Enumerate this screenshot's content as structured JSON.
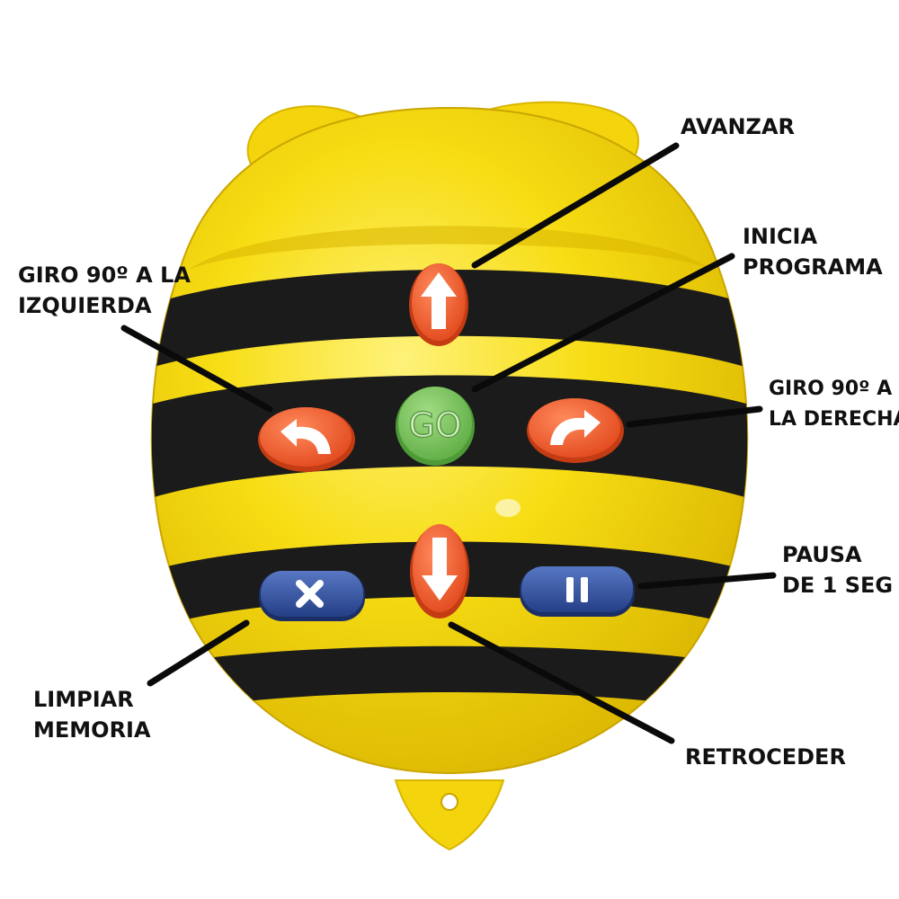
{
  "labels": {
    "avanzar": [
      "AVANZAR"
    ],
    "inicia": [
      "INICIA",
      "PROGRAMA"
    ],
    "giro_izquierda": [
      "GIRO 90º A LA",
      "IZQUIERDA"
    ],
    "giro_derecha": [
      "GIRO 90º A",
      "LA DERECHA"
    ],
    "pausa": [
      "PAUSA",
      "DE 1 SEG"
    ],
    "limpiar": [
      "LIMPIAR",
      "MEMORIA"
    ],
    "retroceder": [
      "RETROCEDER"
    ]
  },
  "buttons": {
    "go_text": "GO"
  },
  "icons": {
    "forward": "arrow-up-icon",
    "backward": "arrow-down-icon",
    "turn_left": "turn-left-icon",
    "turn_right": "turn-right-icon",
    "clear": "close-icon",
    "pause": "pause-icon"
  },
  "colors": {
    "body_yellow": "#f6dc12",
    "stripe_black": "#1b1b1b",
    "arrow_button": "#ef5a2c",
    "go_button": "#7dc35e",
    "blue_button": "#2f4f9a"
  }
}
